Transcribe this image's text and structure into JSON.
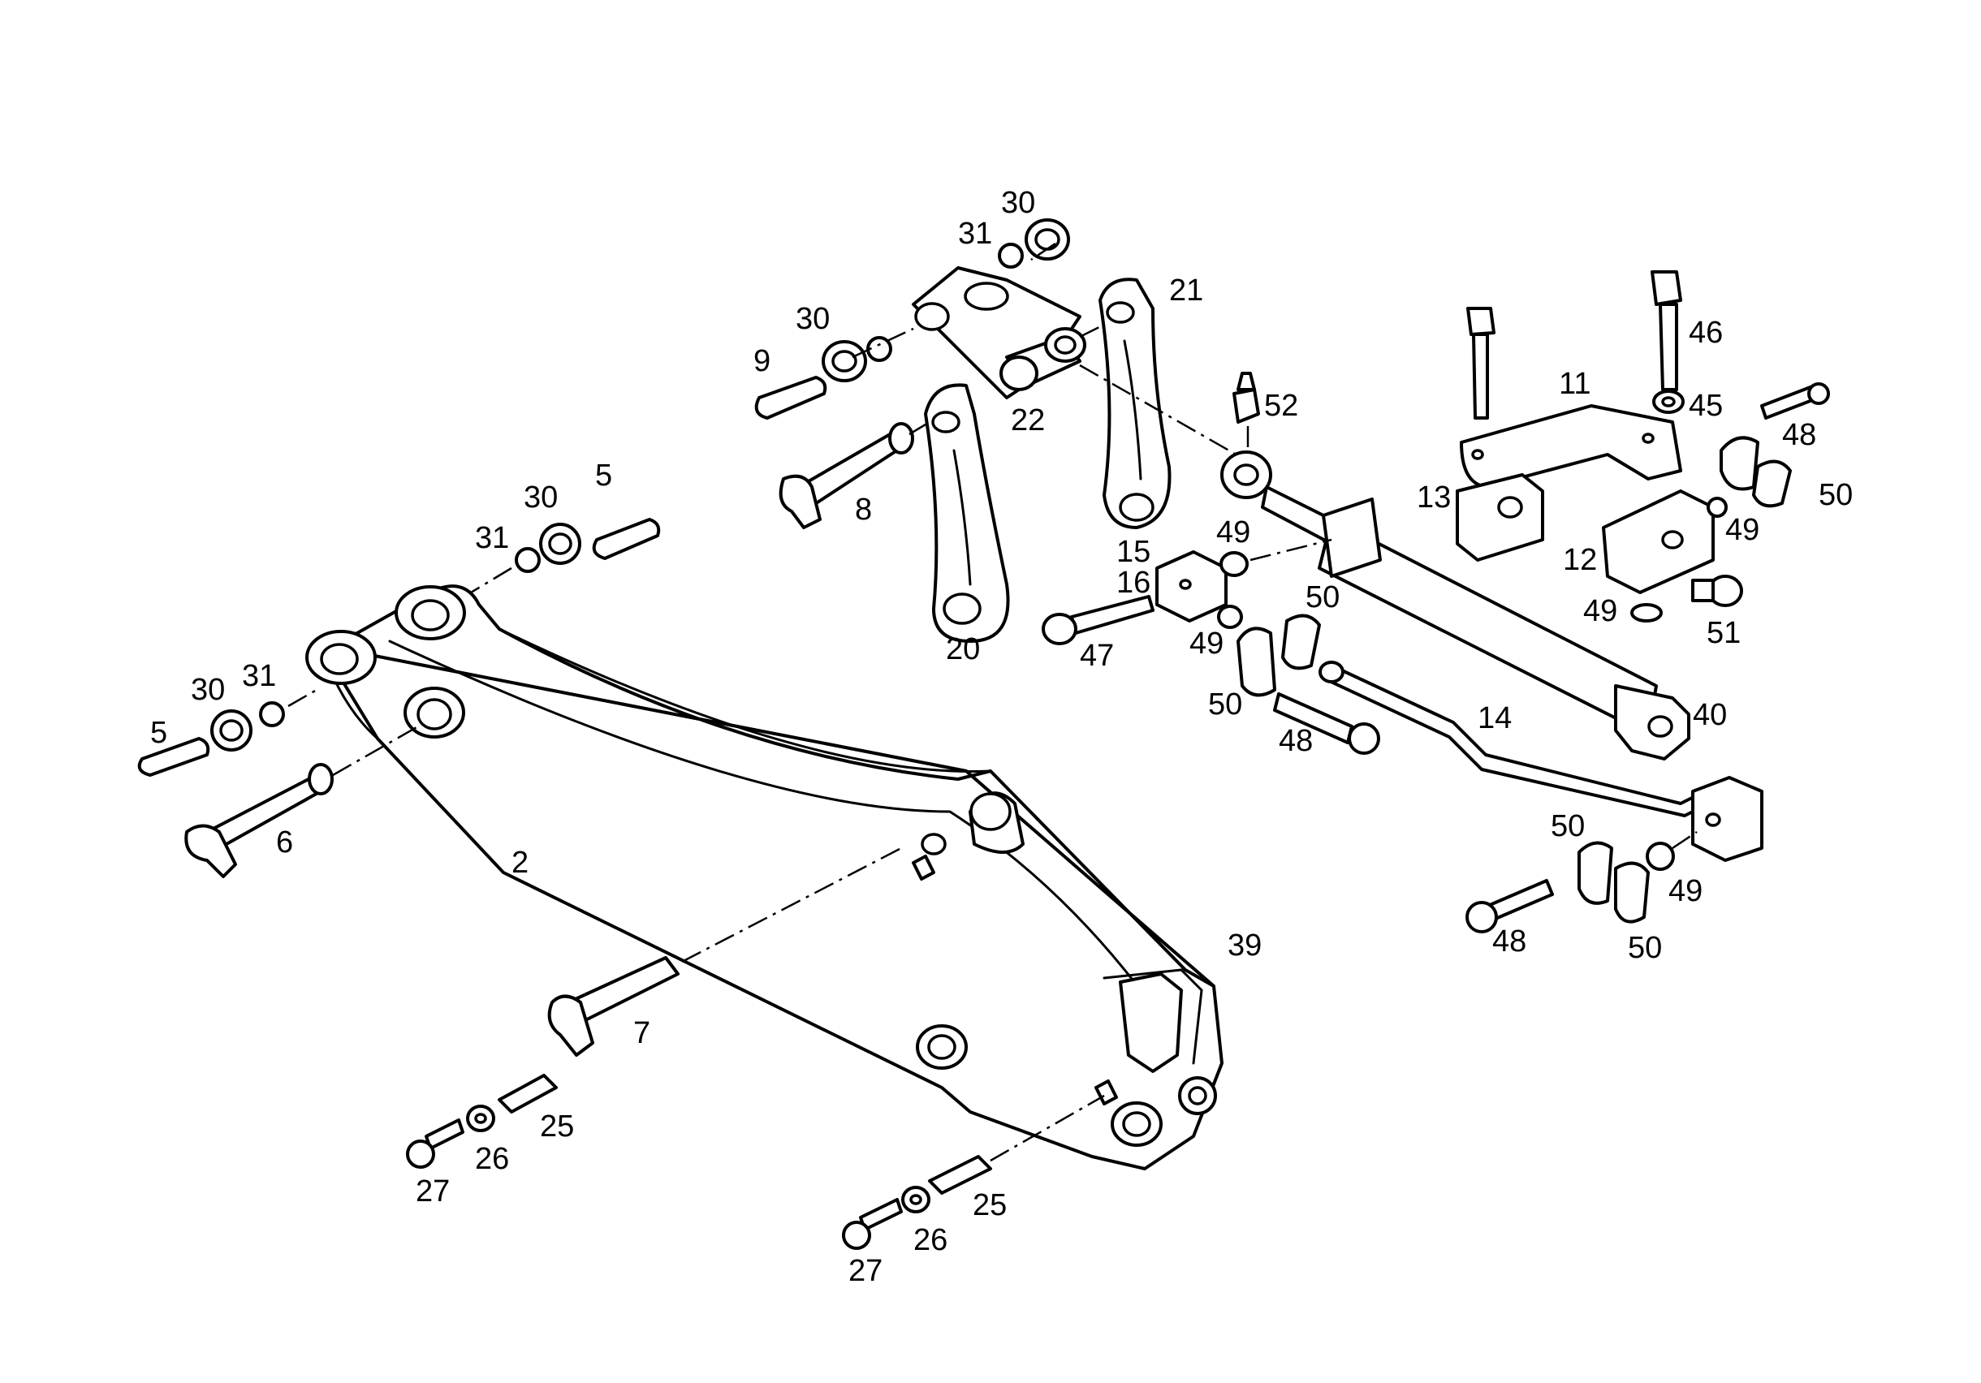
{
  "diagram": {
    "colors": {
      "ink": "#000000",
      "paper": "#ffffff"
    },
    "callouts": [
      "30",
      "31",
      "30",
      "21",
      "9",
      "22",
      "46",
      "52",
      "11",
      "45",
      "48",
      "8",
      "13",
      "5",
      "30",
      "31",
      "50",
      "49",
      "15",
      "16",
      "12",
      "49",
      "49",
      "50",
      "2",
      "47",
      "20",
      "51",
      "49",
      "50",
      "48",
      "14",
      "40",
      "50",
      "49",
      "48",
      "50",
      "39",
      "7",
      "25",
      "26",
      "27",
      "25",
      "26",
      "27",
      "30",
      "31",
      "5",
      "6"
    ]
  }
}
